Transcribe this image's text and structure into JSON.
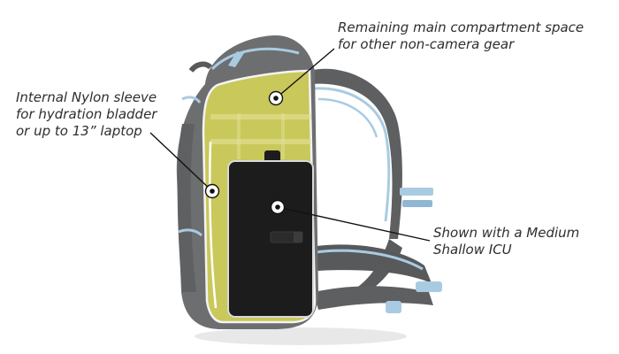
{
  "callouts": {
    "main_compartment": {
      "lines": [
        "Remaining main compartment space",
        "for other non-camera gear"
      ]
    },
    "nylon_sleeve": {
      "lines": [
        "Internal Nylon sleeve",
        "for hydration bladder",
        "or up to 13” laptop"
      ]
    },
    "icu": {
      "lines": [
        "Shown with a Medium",
        "Shallow ICU"
      ]
    }
  },
  "colors": {
    "pack_body": "#6d6e70",
    "pack_dark": "#58595b",
    "accent_strap": "#a9cbe2",
    "compartment_fill": "#c9c85a",
    "icu_body": "#1c1c1c",
    "leader_line": "#111111"
  }
}
